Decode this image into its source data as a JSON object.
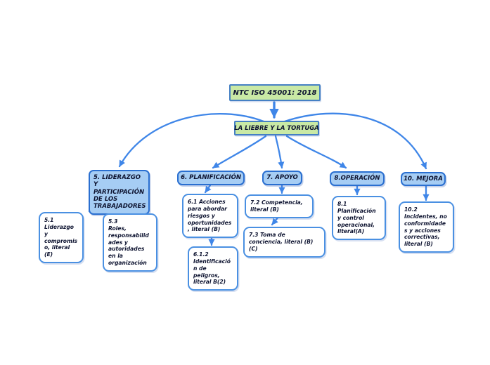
{
  "mindmap": {
    "root": {
      "label": "NTC ISO 45001: 2018"
    },
    "sub_root": {
      "label": "LA LIEBRE Y LA TORTUGA"
    },
    "branches": [
      {
        "label": "5. LIDERAZGO Y PARTICIPACIÓN DE LOS TRABAJADORES",
        "children": [
          {
            "label": "5.1\nLiderazgo y compromiso, literal (E)"
          },
          {
            "label": "5.3\nRoles, responsabilidades y autoridades en la organización"
          }
        ]
      },
      {
        "label": "6. PLANIFICACIÓN",
        "children": [
          {
            "label": "6.1 Acciones para abordar riesgos y oportunidades, literal (B)",
            "children": [
              {
                "label": "6.1.2\nIdentificación de peligros, literal B(2)"
              }
            ]
          }
        ]
      },
      {
        "label": "7. APOYO",
        "children": [
          {
            "label": "7.2 Competencia, literal (B)",
            "children": [
              {
                "label": "7.3 Toma de conciencia, literal (B)(C)"
              }
            ]
          }
        ]
      },
      {
        "label": "8.OPERACIÓN",
        "children": [
          {
            "label": "8.1\nPlanificación y control operacional, literal(A)"
          }
        ]
      },
      {
        "label": "10. MEJORA",
        "children": [
          {
            "label": "10.2\nIncidentes, no conformidades y acciones correctivas, literal (B)"
          }
        ]
      }
    ]
  },
  "colors": {
    "connector_blue": "#3f86e8",
    "branch_border_blue": "#2a6fd0",
    "branch_fill_blue": "#a6cdf4",
    "root_fill_green": "#c9e9a5",
    "root_border_blue": "#4580c4",
    "child_fill": "#ffffff",
    "child_border_blue": "#4a90e2",
    "text_dark": "#0d1330",
    "background": "#ffffff"
  }
}
